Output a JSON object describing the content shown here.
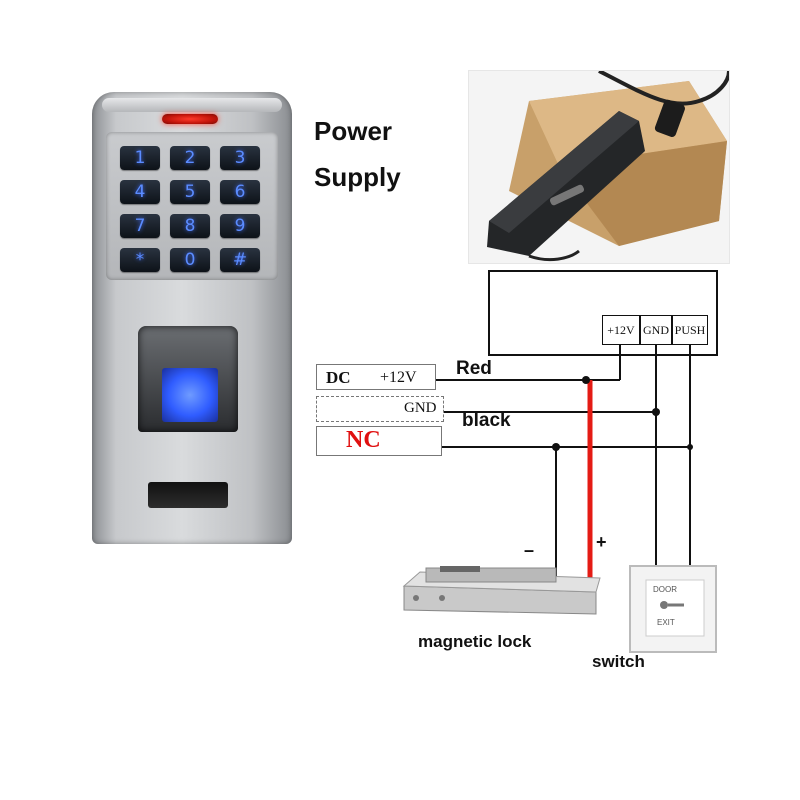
{
  "headings": {
    "power": "Power",
    "supply": "Supply"
  },
  "keypad": {
    "keys": [
      "1",
      "2",
      "3",
      "4",
      "5",
      "6",
      "7",
      "8",
      "9",
      "*",
      "0",
      "#"
    ]
  },
  "terminals": {
    "dc": "DC",
    "plus12v": "+12V",
    "gnd": "GND",
    "nc": "NC"
  },
  "wire_labels": {
    "red": "Red",
    "black": "black"
  },
  "controller_pins": [
    "+12V",
    "GND",
    "PUSH"
  ],
  "polarity": {
    "minus": "–",
    "plus": "+"
  },
  "components": {
    "lock": "magnetic lock",
    "switch": "switch"
  },
  "exit_button": {
    "top": "DOOR",
    "bottom": "EXIT"
  },
  "colors": {
    "red_wire": "#e41b14",
    "black_wire": "#111111",
    "key_glow": "#5b8cff",
    "nc_text": "#e01010"
  }
}
